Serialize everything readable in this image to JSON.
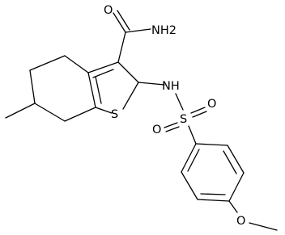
{
  "molecule": {
    "atom_labels": {
      "amide_nh2": "NH2",
      "amide_o": "O",
      "ring_s": "S",
      "sulfonamide_nh": "NH",
      "sulfonyl_s": "S",
      "sulfonyl_o_left": "O",
      "sulfonyl_o_right": "O",
      "methoxy_o": "O"
    }
  }
}
